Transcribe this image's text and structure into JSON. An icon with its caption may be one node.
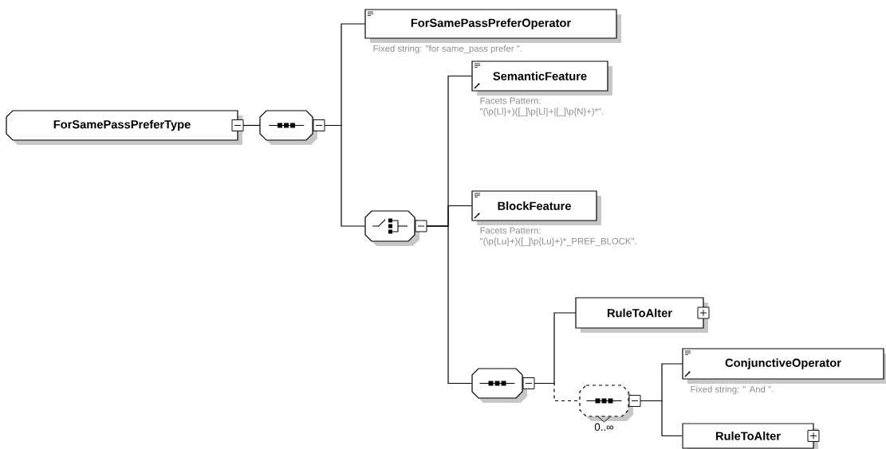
{
  "diagram": {
    "nodes": [
      {
        "text": [
          "ForSamePassPreferType"
        ]
      },
      {
        "text": [],
        "shape": "octagon"
      },
      {
        "text": [
          "ForSamePassPreferOperator"
        ],
        "beside": [
          "Fixed string: \"for same_pass prefer \"."
        ]
      },
      {
        "text": [],
        "shape": "octagon"
      },
      {
        "text": [
          "SemanticFeature"
        ],
        "beside": [
          "Facets Pattern:",
          "\"(\\p{Ll}+)([_]\\p{Ll}+|[_]\\p{N}+)*\"."
        ]
      },
      {
        "text": [
          "BlockFeature"
        ],
        "beside": [
          "Facets Pattern:",
          "\"(\\p{Lu}+)([_]\\p{Lu}+)*_PREF_BLOCK\"."
        ]
      },
      {
        "text": [],
        "shape": "octagon"
      },
      {
        "text": [
          "RuleToAlter"
        ]
      },
      {
        "text": [],
        "shape": "octagon",
        "beside": [
          "0..∞"
        ]
      },
      {
        "text": [
          "ConjunctiveOperator"
        ],
        "beside": [
          "Fixed string: \" And \"."
        ]
      },
      {
        "text": [
          "RuleToAlter"
        ]
      }
    ],
    "edges": [
      {
        "from": 0,
        "to": 1,
        "arrow": "none"
      },
      {
        "from": 1,
        "to": 2,
        "arrow": "none"
      },
      {
        "from": 1,
        "to": 3,
        "arrow": "none"
      },
      {
        "from": 3,
        "to": 4,
        "arrow": "none"
      },
      {
        "from": 3,
        "to": 5,
        "arrow": "none"
      },
      {
        "from": 3,
        "to": 6,
        "arrow": "none"
      },
      {
        "from": 6,
        "to": 7,
        "arrow": "none"
      },
      {
        "from": 6,
        "to": 8,
        "arrow": "none",
        "style": "dashed"
      },
      {
        "from": 8,
        "to": 9,
        "arrow": "none"
      },
      {
        "from": 8,
        "to": 10,
        "arrow": "none"
      }
    ]
  }
}
